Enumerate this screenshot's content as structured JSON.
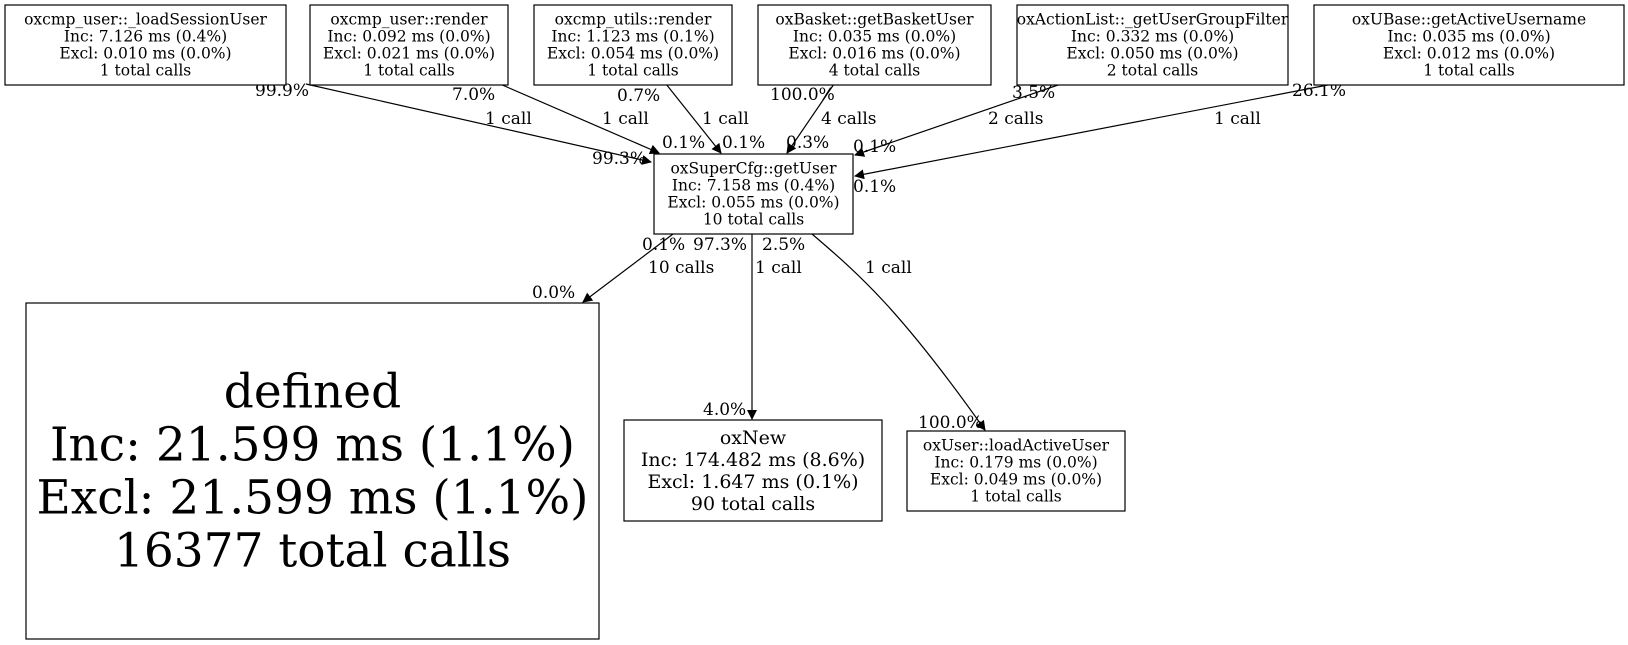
{
  "graph": {
    "nodes": [
      {
        "id": "loadSessionUser",
        "name": "oxcmp_user::_loadSessionUser",
        "inc": "Inc: 7.126 ms (0.4%)",
        "excl": "Excl: 0.010 ms (0.0%)",
        "calls": "1 total calls",
        "color": "#ffffff"
      },
      {
        "id": "userRender",
        "name": "oxcmp_user::render",
        "inc": "Inc: 0.092 ms (0.0%)",
        "excl": "Excl: 0.021 ms (0.0%)",
        "calls": "1 total calls",
        "color": "#ffffff"
      },
      {
        "id": "utilsRender",
        "name": "oxcmp_utils::render",
        "inc": "Inc: 1.123 ms (0.1%)",
        "excl": "Excl: 0.054 ms (0.0%)",
        "calls": "1 total calls",
        "color": "#ffffff"
      },
      {
        "id": "getBasketUser",
        "name": "oxBasket::getBasketUser",
        "inc": "Inc: 0.035 ms (0.0%)",
        "excl": "Excl: 0.016 ms (0.0%)",
        "calls": "4 total calls",
        "color": "#ffffff"
      },
      {
        "id": "getUserGroupFilter",
        "name": "oxActionList::_getUserGroupFilter",
        "inc": "Inc: 0.332 ms (0.0%)",
        "excl": "Excl: 0.050 ms (0.0%)",
        "calls": "2 total calls",
        "color": "#ffffff"
      },
      {
        "id": "getActiveUsername",
        "name": "oxUBase::getActiveUsername",
        "inc": "Inc: 0.035 ms (0.0%)",
        "excl": "Excl: 0.012 ms (0.0%)",
        "calls": "1 total calls",
        "color": "#ffffff"
      },
      {
        "id": "getUser",
        "name": "oxSuperCfg::getUser",
        "inc": "Inc: 7.158 ms (0.4%)",
        "excl": "Excl: 0.055 ms (0.0%)",
        "calls": "10 total calls",
        "color": "#ffffff"
      },
      {
        "id": "defined",
        "name": "defined",
        "inc": "Inc: 21.599 ms (1.1%)",
        "excl": "Excl: 21.599 ms (1.1%)",
        "calls": "16377 total calls",
        "color": "#ff0000"
      },
      {
        "id": "oxNew",
        "name": "oxNew",
        "inc": "Inc: 174.482 ms (8.6%)",
        "excl": "Excl: 1.647 ms (0.1%)",
        "calls": "90 total calls",
        "color": "#ffffff"
      },
      {
        "id": "loadActiveUser",
        "name": "oxUser::loadActiveUser",
        "inc": "Inc: 0.179 ms (0.0%)",
        "excl": "Excl: 0.049 ms (0.0%)",
        "calls": "1 total calls",
        "color": "#ffffff"
      }
    ],
    "edges": [
      {
        "from": "loadSessionUser",
        "to": "getUser",
        "label": "1 call",
        "tail_pct": "99.9%",
        "head_pct": "99.3%"
      },
      {
        "from": "userRender",
        "to": "getUser",
        "label": "1 call",
        "tail_pct": "7.0%",
        "head_pct": "0.1%"
      },
      {
        "from": "utilsRender",
        "to": "getUser",
        "label": "1 call",
        "tail_pct": "0.7%",
        "head_pct": "0.1%"
      },
      {
        "from": "getBasketUser",
        "to": "getUser",
        "label": "4 calls",
        "tail_pct": "100.0%",
        "head_pct": "0.3%"
      },
      {
        "from": "getUserGroupFilter",
        "to": "getUser",
        "label": "2 calls",
        "tail_pct": "3.5%",
        "head_pct": "0.1%"
      },
      {
        "from": "getActiveUsername",
        "to": "getUser",
        "label": "1 call",
        "tail_pct": "26.1%",
        "head_pct": "0.1%"
      },
      {
        "from": "getUser",
        "to": "defined",
        "label": "10 calls",
        "tail_pct": "0.1%",
        "head_pct": "0.0%"
      },
      {
        "from": "getUser",
        "to": "oxNew",
        "label": "1 call",
        "tail_pct": "97.3%",
        "head_pct": "4.0%"
      },
      {
        "from": "getUser",
        "to": "loadActiveUser",
        "label": "1 call",
        "tail_pct": "2.5%",
        "head_pct": "100.0%"
      }
    ]
  }
}
